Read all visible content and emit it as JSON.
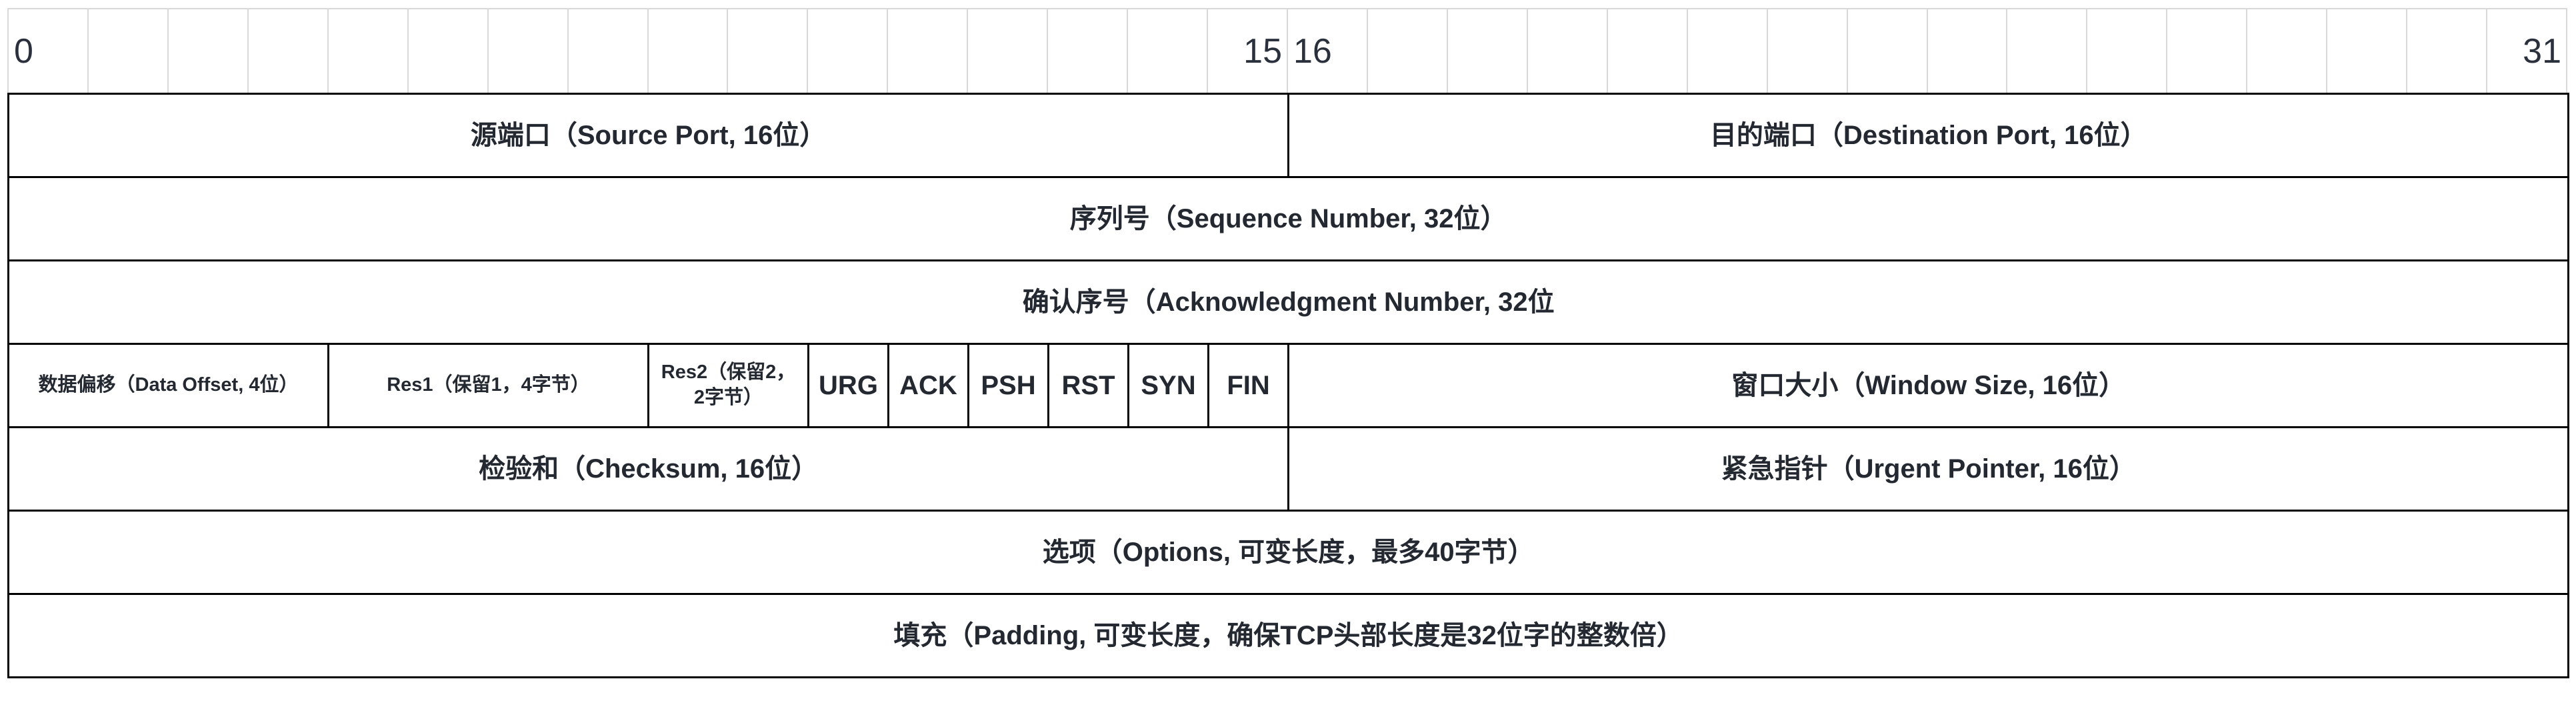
{
  "colors": {
    "table_border": "#000000",
    "ruler_grid": "#d9d9d9",
    "cell_text": "#232831",
    "ruler_text": "#2a303c",
    "background": "#ffffff"
  },
  "ruler": {
    "tick_count": 32,
    "labels": [
      {
        "text": "0",
        "bit": 0,
        "align": "left"
      },
      {
        "text": "15",
        "bit": 15,
        "align": "right"
      },
      {
        "text": "16",
        "bit": 16,
        "align": "left"
      },
      {
        "text": "31",
        "bit": 31,
        "align": "right"
      }
    ]
  },
  "rows": [
    {
      "cells": [
        {
          "name": "field-source-port",
          "bits": 16,
          "label": "源端口（Source Port, 16位）"
        },
        {
          "name": "field-destination-port",
          "bits": 16,
          "label": "目的端口（Destination Port, 16位）"
        }
      ]
    },
    {
      "cells": [
        {
          "name": "field-sequence-number",
          "bits": 32,
          "label": "序列号（Sequence Number, 32位）"
        }
      ]
    },
    {
      "cells": [
        {
          "name": "field-acknowledgment-number",
          "bits": 32,
          "label": "确认序号（Acknowledgment Number, 32位"
        }
      ]
    },
    {
      "cells": [
        {
          "name": "field-data-offset",
          "bits": 4,
          "small": true,
          "label": "数据偏移（Data Offset, 4位）"
        },
        {
          "name": "field-res1",
          "bits": 4,
          "small": true,
          "label": "Res1（保留1，4字节）"
        },
        {
          "name": "field-res2",
          "bits": 2,
          "small": true,
          "label": "Res2（保留2，2字节）"
        },
        {
          "name": "flag-urg",
          "bits": 1,
          "label": "URG"
        },
        {
          "name": "flag-ack",
          "bits": 1,
          "label": "ACK"
        },
        {
          "name": "flag-psh",
          "bits": 1,
          "label": "PSH"
        },
        {
          "name": "flag-rst",
          "bits": 1,
          "label": "RST"
        },
        {
          "name": "flag-syn",
          "bits": 1,
          "label": "SYN"
        },
        {
          "name": "flag-fin",
          "bits": 1,
          "label": "FIN"
        },
        {
          "name": "field-window-size",
          "bits": 16,
          "label": "窗口大小（Window Size, 16位）"
        }
      ]
    },
    {
      "cells": [
        {
          "name": "field-checksum",
          "bits": 16,
          "label": "检验和（Checksum, 16位）"
        },
        {
          "name": "field-urgent-pointer",
          "bits": 16,
          "label": "紧急指针（Urgent Pointer, 16位）"
        }
      ]
    },
    {
      "cells": [
        {
          "name": "field-options",
          "bits": 32,
          "label": "选项（Options, 可变长度，最多40字节）"
        }
      ]
    },
    {
      "cells": [
        {
          "name": "field-padding",
          "bits": 32,
          "label": "填充（Padding, 可变长度，确保TCP头部长度是32位字的整数倍）"
        }
      ]
    }
  ]
}
